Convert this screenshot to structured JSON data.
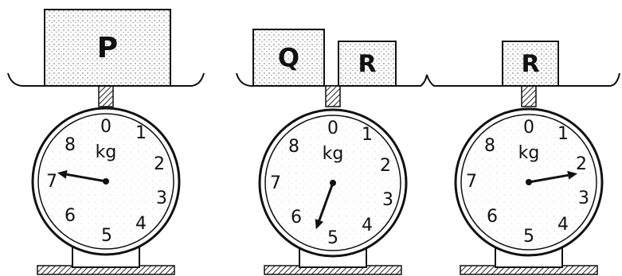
{
  "unit": "kg",
  "dial_numbers": [
    "0",
    "1",
    "2",
    "3",
    "4",
    "5",
    "6",
    "7",
    "8"
  ],
  "scales": [
    {
      "boxes": [
        "P"
      ],
      "reading_kg": 7
    },
    {
      "boxes": [
        "Q",
        "R"
      ],
      "reading_kg": 5
    },
    {
      "boxes": [
        "R"
      ],
      "reading_kg": 2
    }
  ]
}
